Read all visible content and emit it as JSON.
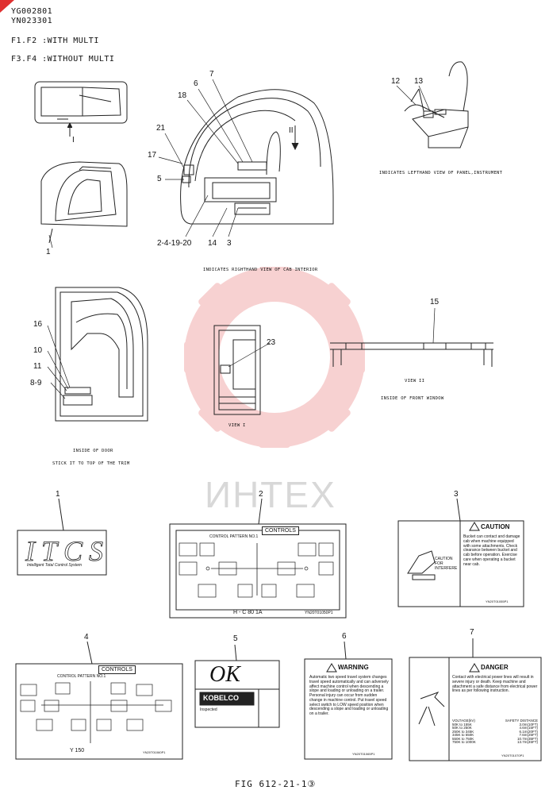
{
  "header": {
    "code1": "YG002801",
    "code2": "YN023301",
    "line1": "F1.F2 :WITH MULTI",
    "line2": "F3.F4 :WITHOUT MULTI"
  },
  "view_labels": {
    "arrow_i": "I",
    "arrow_ii": "II"
  },
  "callouts": {
    "c1": "1",
    "c2_4_19_20": "2-4-19-20",
    "c3": "3",
    "c5": "5",
    "c6": "6",
    "c7": "7",
    "c8_9": "8-9",
    "c10": "10",
    "c11": "11",
    "c12": "12",
    "c13": "13",
    "c14": "14",
    "c15": "15",
    "c16": "16",
    "c17": "17",
    "c18": "18",
    "c21": "21",
    "c23": "23"
  },
  "captions": {
    "lefthand": "INDICATES LEFTHAND VIEW OF PANEL,INSTRUMENT",
    "righthand": "INDICATES RIGHTHAND VIEW OF CAB INTERIOR",
    "view_ii": "VIEW II",
    "view_i": "VIEW I",
    "inside_front": "INSIDE OF FRONT WINDOW",
    "inside_door": "INSIDE OF DOOR",
    "stick": "STICK IT TO TOP OF THE TRIM"
  },
  "watermark": "ИНТЕХ",
  "labels": {
    "l1": {
      "num": "1",
      "title": "ITCS",
      "subtitle": "Intelligent Total Control System"
    },
    "l2": {
      "num": "2",
      "title": "CONTROLS",
      "sub": "CONTROL PATTERN NO.1",
      "footer": "H - C 80 1A",
      "code": "YN20T01050P1"
    },
    "l3": {
      "num": "3",
      "title": "CAUTION",
      "side": "CAUTION FOR INTERFERE",
      "body": "Bucket can contact and damage cab when machine equipped with some attachments. Check clearance between bucket and cab before operation. Exercise care when operating a bucket near cab.",
      "code": "YN20T01055P1"
    },
    "l4": {
      "num": "4",
      "title": "CONTROLS",
      "sub": "CONTROL PATTERN NO.1",
      "footer": "Y 150",
      "code": "YN20T01060P1"
    },
    "l5": {
      "num": "5",
      "mark": "OK",
      "brand": "KOBELCO",
      "inspected": "Inspected"
    },
    "l6": {
      "num": "6",
      "title": "WARNING",
      "body": "Automatic two speed travel system changes travel speed automatically and can adversely affect machine control when descending a slope and loading or unloading on a trailer. Personal injury can occur from sudden change in machine control. Put travel speed select switch to LOW speed position when descending a slope and loading or unloading on a trailer.",
      "code": "YN20T01065P1"
    },
    "l7": {
      "num": "7",
      "title": "DANGER",
      "body": "Contact with electrical power lines will result in severe injury or death. Keep machine and attachment a safe distance from electrical power lines as per following instruction.",
      "table_head": [
        "VOLTAGE(kV)",
        "SAFETY DISTANCE"
      ],
      "table": [
        [
          "50K to 155K",
          "3.0m(10FT)"
        ],
        [
          "50K to 250K",
          "4.6m(15FT)"
        ],
        [
          "250K to 345K",
          "6.1m(20FT)"
        ],
        [
          "345K to 550K",
          "7.6m(25FT)"
        ],
        [
          "550K to 750K",
          "10.7m(35FT)"
        ],
        [
          "750K to 1000K",
          "13.7m(45FT)"
        ]
      ],
      "code": "YN20T01070P1"
    }
  },
  "figure_ref": "FIG 612-21-1③"
}
